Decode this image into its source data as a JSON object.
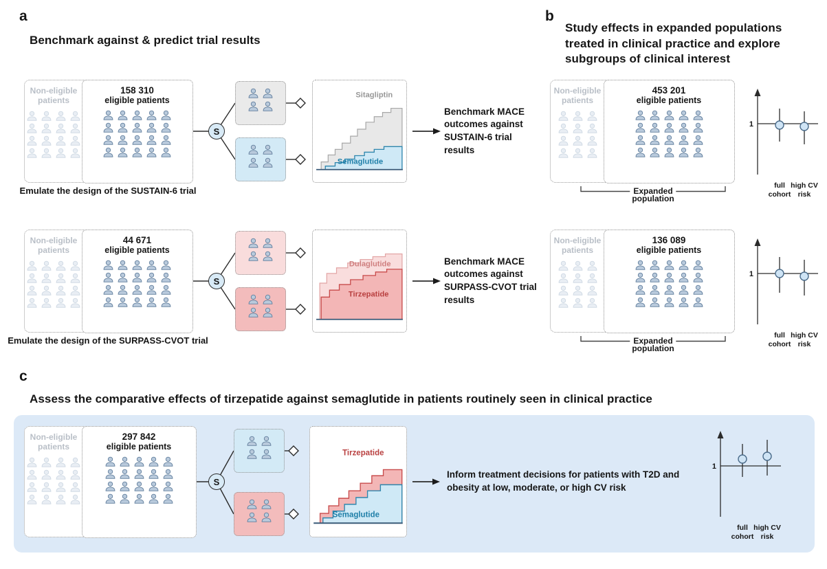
{
  "panel_a": {
    "label": "a",
    "title": "Benchmark against & predict trial results",
    "selector_symbol": "S",
    "rows": [
      {
        "non_eligible_label": "Non-eligible patients",
        "eligible_count": "158 310",
        "eligible_label": "eligible patients",
        "plot": {
          "top_label": "Sitagliptin",
          "bottom_label": "Semaglutide"
        },
        "outcome": "Benchmark MACE outcomes against SUSTAIN-6 trial results",
        "caption": "Emulate the design of the SUSTAIN-6 trial"
      },
      {
        "non_eligible_label": "Non-eligible patients",
        "eligible_count": "44 671",
        "eligible_label": "eligible patients",
        "plot": {
          "top_label": "Dulaglutide",
          "bottom_label": "Tirzepatide"
        },
        "outcome": "Benchmark MACE outcomes against SURPASS-CVOT trial results",
        "caption": "Emulate the design of the SURPASS-CVOT trial"
      }
    ]
  },
  "panel_b": {
    "label": "b",
    "title": "Study effects in expanded populations treated in clinical practice and explore subgroups of clinical interest",
    "blocks": [
      {
        "non_eligible_label": "Non-eligible patients",
        "eligible_count": "453 201",
        "eligible_label": "eligible patients",
        "bracket_line1": "Expanded",
        "bracket_line2": "population",
        "forest": {
          "reference_label": "1",
          "group1": "full cohort",
          "group2": "high CV risk"
        }
      },
      {
        "non_eligible_label": "Non-eligible patients",
        "eligible_count": "136 089",
        "eligible_label": "eligible patients",
        "bracket_line1": "Expanded",
        "bracket_line2": "population",
        "forest": {
          "reference_label": "1",
          "group1": "full cohort",
          "group2": "high CV risk"
        }
      }
    ]
  },
  "panel_c": {
    "label": "c",
    "title": "Assess the comparative effects of tirzepatide against semaglutide in patients routinely seen in clinical practice",
    "non_eligible_label": "Non-eligible patients",
    "eligible_count": "297 842",
    "eligible_label": "eligible patients",
    "selector_symbol": "S",
    "plot": {
      "top_label": "Tirzepatide",
      "bottom_label": "Semaglutide"
    },
    "outcome": "Inform treatment decisions for patients with T2D and obesity at low, moderate, or high CV risk",
    "forest": {
      "reference_label": "1",
      "group1": "full cohort",
      "group2": "high CV risk"
    }
  },
  "colors": {
    "semaglutide_fill": "#cfe9f6",
    "semaglutide_stroke": "#2e86ad",
    "tirzepatide_fill": "#f3b6b6",
    "tirzepatide_stroke": "#c84b4b",
    "dulaglutide_fill": "#f9dddd",
    "sitagliptin_fill": "#e8e8e8",
    "panel_c_background": "#dce9f7",
    "person_fill": "#b9cadc",
    "non_eligible_person_fill": "#e9eef4"
  }
}
